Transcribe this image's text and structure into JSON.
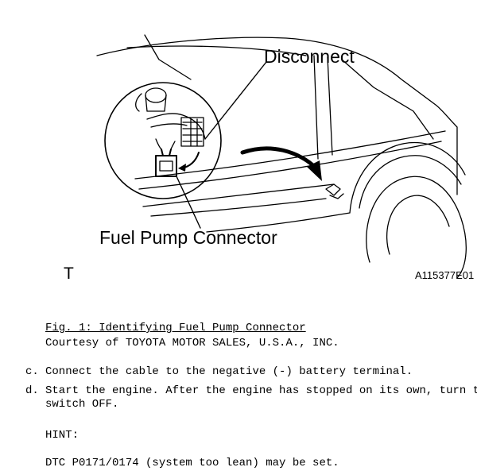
{
  "figure": {
    "callout_disconnect": "Disconnect",
    "callout_connector": "Fuel Pump Connector",
    "corner_mark": "T",
    "figure_id": "A115377E01"
  },
  "caption": {
    "title": "Fig. 1: Identifying Fuel Pump Connector",
    "credit": "Courtesy of TOYOTA MOTOR SALES, U.S.A., INC."
  },
  "steps": [
    {
      "label": "c.",
      "lines": [
        "Connect the cable to the negative (-) battery terminal."
      ]
    },
    {
      "label": "d.",
      "lines": [
        "Start the engine. After the engine has stopped on its own, turn the",
        "switch OFF."
      ]
    }
  ],
  "hint": {
    "heading": "HINT:",
    "text": "DTC P0171/0174 (system too lean) may be set."
  }
}
